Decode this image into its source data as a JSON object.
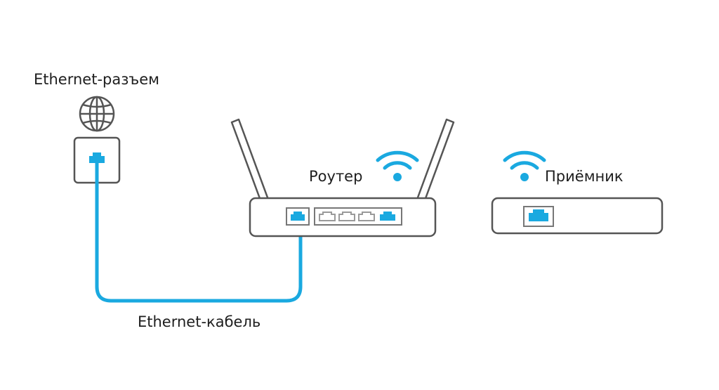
{
  "labels": {
    "wall_socket": "Ethernet-разъем",
    "router": "Роутер",
    "receiver": "Приёмник",
    "cable": "Ethernet-кабель"
  },
  "icons": {
    "internet": "globe-icon",
    "router_signal": "wifi-icon",
    "receiver_signal": "wifi-icon"
  },
  "colors": {
    "accent": "#1aa9e0",
    "outline": "#555555",
    "port_outline": "#9a9a9a",
    "text": "#1e1e1e"
  }
}
